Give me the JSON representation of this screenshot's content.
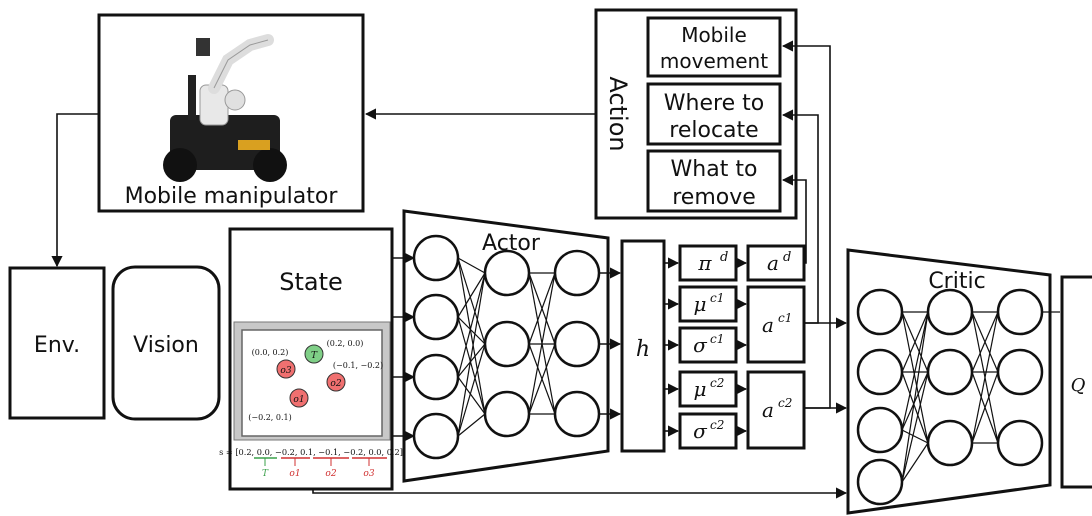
{
  "robot_box": {
    "label": "Mobile manipulator"
  },
  "action_box": {
    "title": "Action",
    "items": [
      {
        "line1": "Mobile",
        "line2": "movement"
      },
      {
        "line1": "Where to",
        "line2": "relocate"
      },
      {
        "line1": "What to",
        "line2": "remove"
      }
    ]
  },
  "env_box": {
    "label": "Env."
  },
  "vision_box": {
    "label": "Vision"
  },
  "state_box": {
    "title": "State",
    "scene": {
      "target": {
        "symbol": "T",
        "coord": "(0.2, 0.0)"
      },
      "objects": [
        {
          "symbol": "o1",
          "coord": "(−0.2, 0.1)"
        },
        {
          "symbol": "o2",
          "coord": "(−0.1, −0.2)"
        },
        {
          "symbol": "o3",
          "coord": "(0.0, 0.2)"
        }
      ]
    },
    "vector": {
      "text": "s = [0.2, 0.0, −0.2, 0.1, −0.1, −0.2, 0.0, 0.2]",
      "labels": [
        "T",
        "o1",
        "o2",
        "o3"
      ]
    }
  },
  "actor": {
    "title": "Actor"
  },
  "hidden": {
    "label": "h"
  },
  "heads": {
    "discrete_policy": "π",
    "discrete_sup": "d",
    "discrete_action": "a",
    "mu": "μ",
    "sigma": "σ",
    "cont_sup_1": "c1",
    "cont_sup_2": "c2",
    "cont_action": "a"
  },
  "critic": {
    "title": "Critic"
  },
  "output": {
    "label": "Q"
  },
  "colors": {
    "target": "#7fcf87",
    "object": "#f07070",
    "scene_bg": "#c8c8c8",
    "line": "#111111"
  }
}
